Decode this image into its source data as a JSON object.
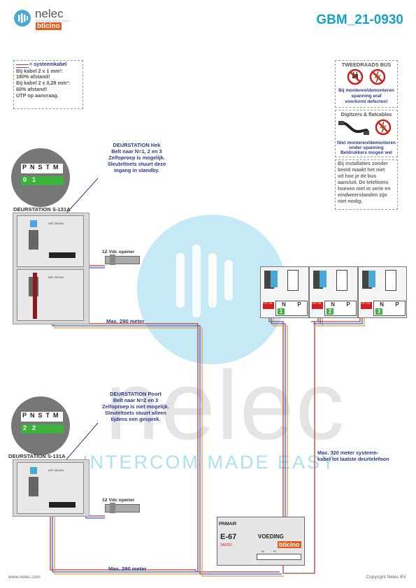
{
  "header": {
    "brand_name": "nelec",
    "brand_tagline": "INTERCOM MADE EASY",
    "brand_partner": "bticino",
    "doc_code": "GBM_21-0930"
  },
  "legend": {
    "systemcable_label": "= systeemkabel",
    "lines": [
      "Bij kabel 2 x 1 mm²:",
      "180% afstand!",
      "Bij kabel 2 x 0,28 mm²:",
      "60% afstand!",
      "UTP op aanvraag."
    ]
  },
  "warnings": {
    "bus_title": "TWEEDRAADS BUS",
    "bus_text": [
      "Bij monteren/demonteren",
      "spanning eraf",
      "voorkomt defecten!"
    ],
    "digitizer_title": "Digitzers & flatcables",
    "digitizer_text": [
      "Niet monteren/demonteren",
      "onder spanning",
      "Beldrukkers mogen wel"
    ],
    "install_note": [
      "Bij installaties zonder",
      "beeld maakt het niet",
      "uit hoe je de bus",
      "aansluit. De telefoons",
      "hoeven niet in serie en",
      "eindweerstanden zijn",
      "niet nodig."
    ]
  },
  "station1": {
    "note": [
      "DEURSTATION Hek",
      "Belt naar N=1, 2 en 3",
      "Zelfoproep is mogelijk.",
      "Sleuteltoets stuurt deze",
      "ingang in standby."
    ],
    "title": "DEURSTATION S-131A",
    "opener": "12 Vdc opener",
    "cable_length": "Max. 290 meter",
    "dip_labels": [
      "P",
      "N",
      "S",
      "T",
      "M"
    ],
    "dip_values": [
      "0",
      "1"
    ]
  },
  "station2": {
    "note": [
      "DEURSTATION Poort",
      "Belt naar N=2 en 3",
      "Zelfoproep is niet mogelijk.",
      "Sleuteltoets stuurt alleen",
      "tijdens een gesprek."
    ],
    "title": "DEURSTATION S-131A",
    "opener": "12 Vdc opener",
    "cable_length": "Max. 290 meter",
    "dip_labels": [
      "P",
      "N",
      "S",
      "T",
      "M"
    ],
    "dip_values": [
      "2",
      "2"
    ]
  },
  "module_code": "ART.351000",
  "phones": [
    {
      "n": "1"
    },
    {
      "n": "2"
    },
    {
      "n": "3"
    }
  ],
  "phone_labels": {
    "off_on": "OFF ON",
    "n": "N",
    "p": "P"
  },
  "phone_cable": [
    "Max. 320 meter systeem-",
    "kabel tot laatste deurtelefoon"
  ],
  "power": {
    "primary": "PRIMAIR",
    "model": "E-67",
    "name": "VOEDING",
    "code": "346050",
    "brand": "bticino",
    "terms": [
      "TK",
      "PI"
    ]
  },
  "watermark": {
    "big": "nelec",
    "tagline": "INTERCOM MADE EASY"
  },
  "footer": {
    "left": "www.nelec.com",
    "right": "Copyright Nelec BV"
  },
  "colors": {
    "brand_blue": "#2b3a8f",
    "accent_teal": "#17a3c4",
    "cable_red": "#c0392b",
    "cable_blue": "#3b5bdb",
    "warning_red": "#d21f1f"
  }
}
